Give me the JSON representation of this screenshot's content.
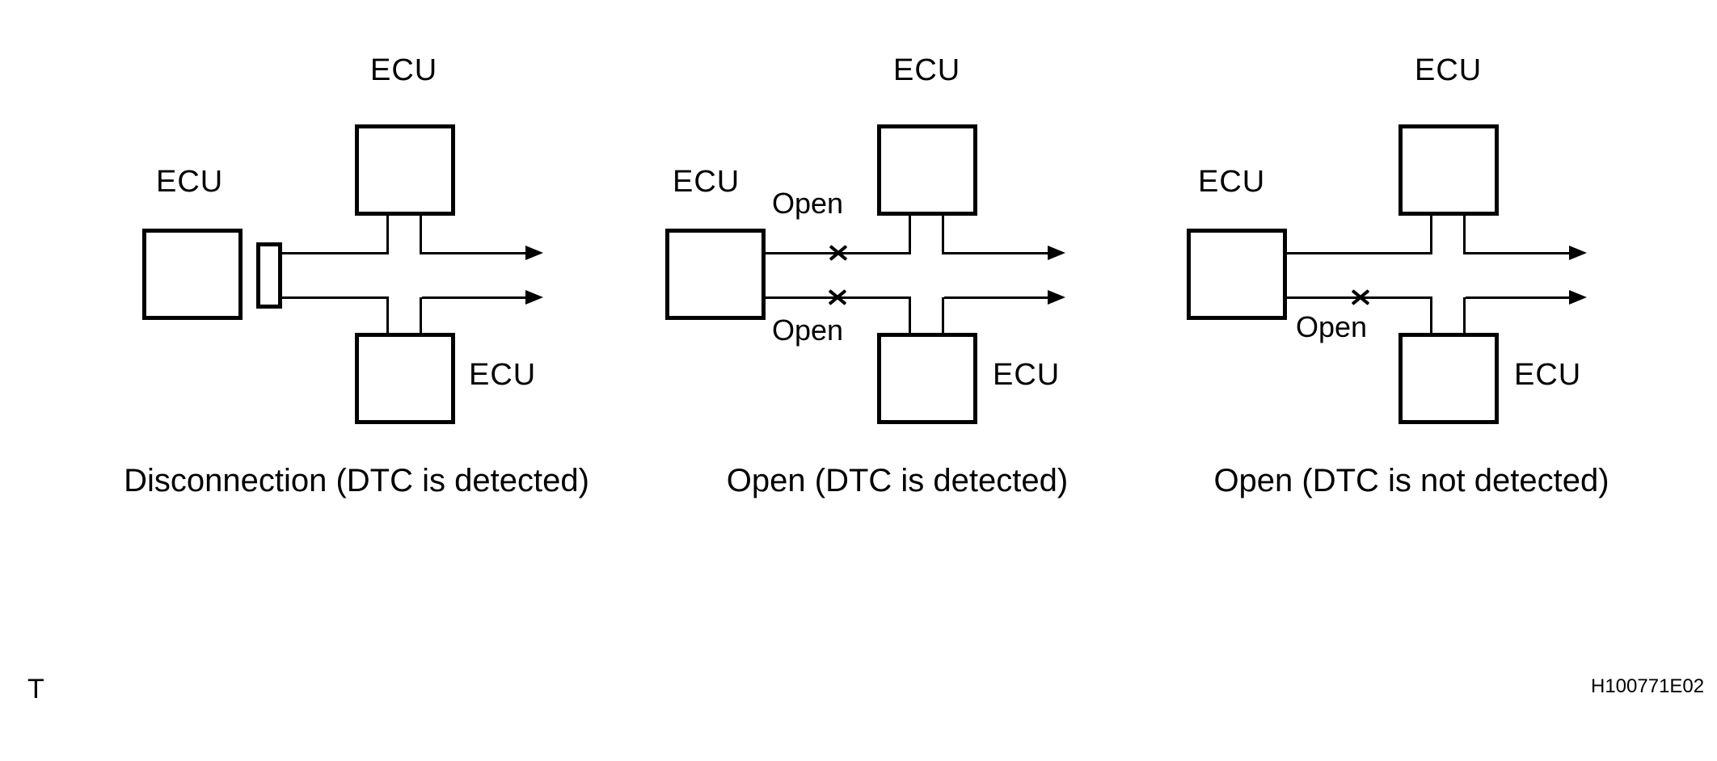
{
  "figure": {
    "background": "#ffffff",
    "line_color": "#000000",
    "page_marker": "T",
    "figure_code": "H100771E02",
    "symbols": {
      "open_circuit_mark": "x-cross",
      "flow_arrow": "solid-right-triangle"
    },
    "panels": [
      {
        "id": "disconnection",
        "ecu_top": "ECU",
        "ecu_left": "ECU",
        "ecu_bottom": "ECU",
        "caption": "Disconnection (DTC is detected)"
      },
      {
        "id": "open-detected",
        "ecu_top": "ECU",
        "ecu_left": "ECU",
        "ecu_bottom": "ECU",
        "open_upper": "Open",
        "open_lower": "Open",
        "caption": "Open (DTC is detected)"
      },
      {
        "id": "open-not-detected",
        "ecu_top": "ECU",
        "ecu_left": "ECU",
        "ecu_bottom": "ECU",
        "open_lower": "Open",
        "caption": "Open (DTC is not detected)"
      }
    ]
  }
}
